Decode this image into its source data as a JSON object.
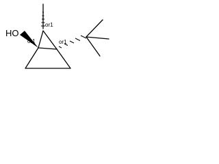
{
  "molecule": {
    "atom_labels": {
      "hydroxyl": "HO"
    },
    "stereo_labels": {
      "c1": "or1",
      "c2": "or1",
      "c3": "or1"
    }
  }
}
